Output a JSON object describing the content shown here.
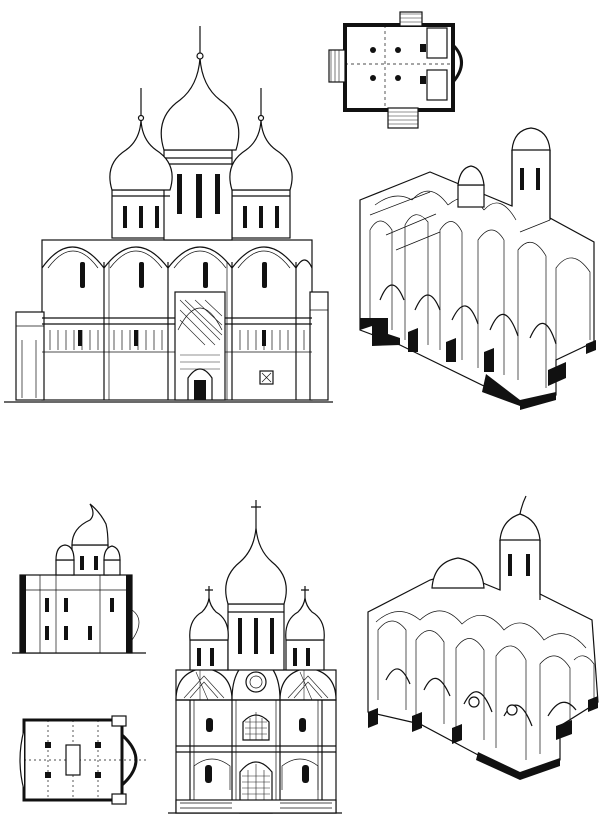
{
  "sheet": {
    "panels": [
      {
        "id": "elevation-1"
      },
      {
        "id": "plan-1"
      },
      {
        "id": "axonometric-1"
      },
      {
        "id": "section-small"
      },
      {
        "id": "plan-small"
      },
      {
        "id": "elevation-2"
      },
      {
        "id": "axonometric-2"
      }
    ],
    "colors": {
      "ink": "#111111",
      "paper": "#ffffff"
    }
  }
}
